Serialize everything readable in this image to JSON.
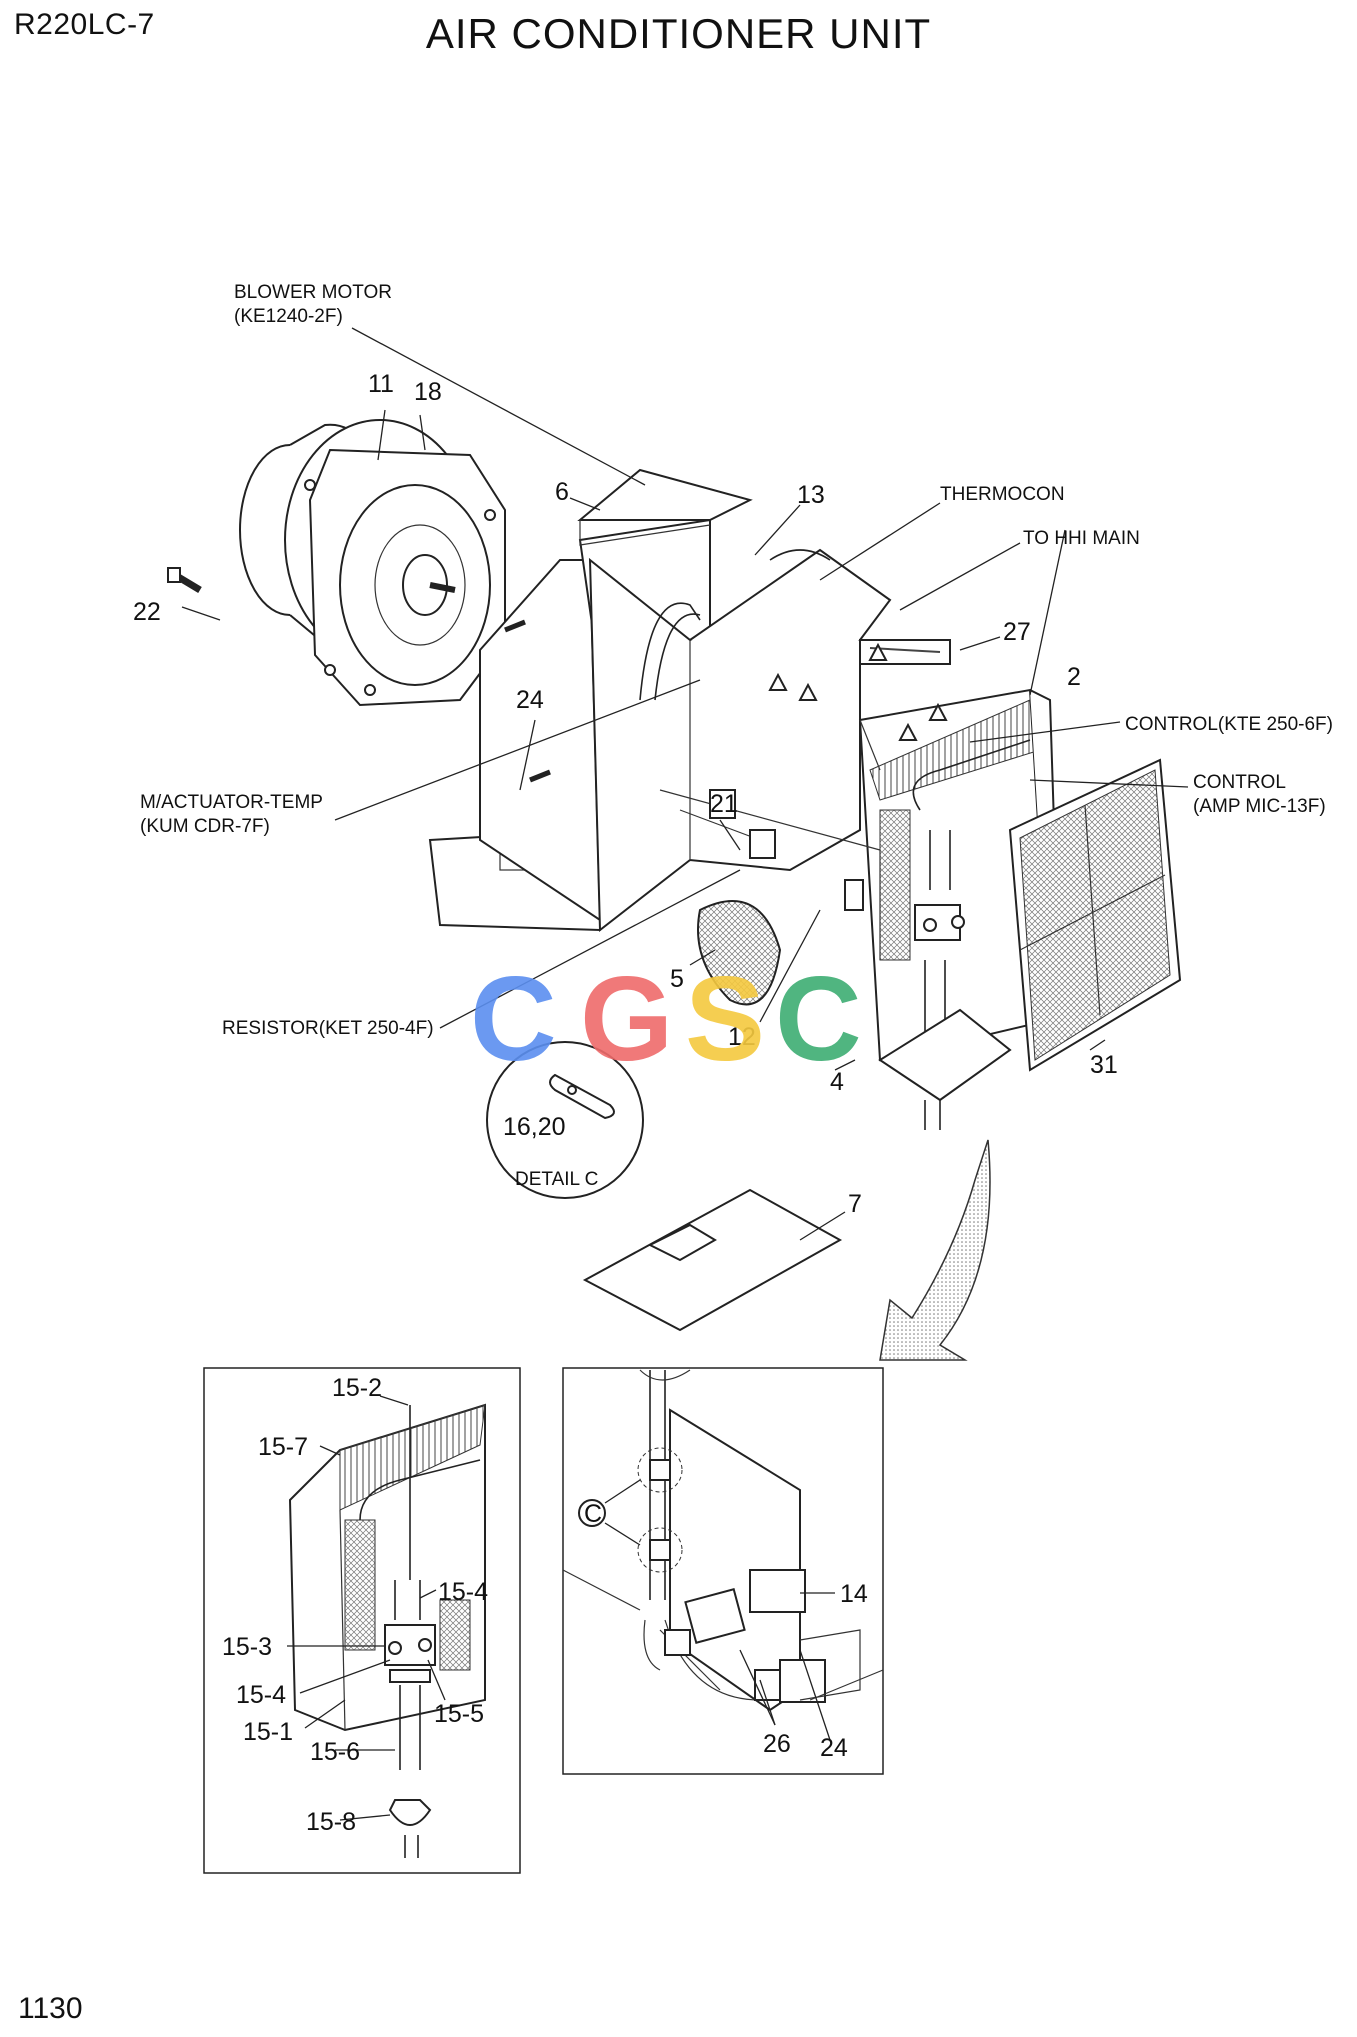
{
  "header": {
    "model": "R220LC-7",
    "title": "AIR CONDITIONER UNIT"
  },
  "page_number": "1130",
  "callouts": {
    "blower_motor": [
      "BLOWER MOTOR",
      "(KE1240-2F)"
    ],
    "thermocon": "THERMOCON",
    "to_hhi_main": "TO HHI MAIN",
    "control_kte": "CONTROL(KTE 250-6F)",
    "control_amp": [
      "CONTROL",
      "(AMP MIC-13F)"
    ],
    "actuator": [
      "M/ACTUATOR-TEMP",
      "(KUM CDR-7F)"
    ],
    "resistor": "RESISTOR(KET 250-4F)",
    "detail_c": "DETAIL C",
    "detail_c_part": "16,20",
    "detail_marker": "C"
  },
  "part_numbers": {
    "p11": "11",
    "p18": "18",
    "p6": "6",
    "p13": "13",
    "p22": "22",
    "p24": "24",
    "p27": "27",
    "p2": "2",
    "p21": "21",
    "p5": "5",
    "p12": "12",
    "p4": "4",
    "p31": "31",
    "p7": "7",
    "p15_2": "15-2",
    "p15_7": "15-7",
    "p15_4a": "15-4",
    "p15_3": "15-3",
    "p15_4b": "15-4",
    "p15_5": "15-5",
    "p15_1": "15-1",
    "p15_6": "15-6",
    "p15_8": "15-8",
    "p14": "14",
    "p26": "26",
    "p24b": "24"
  },
  "watermark": {
    "letters": [
      "C",
      "G",
      "S",
      "C"
    ],
    "colors": [
      "#5b8ff0",
      "#ef6b6b",
      "#f5c93f",
      "#3ead73"
    ]
  }
}
